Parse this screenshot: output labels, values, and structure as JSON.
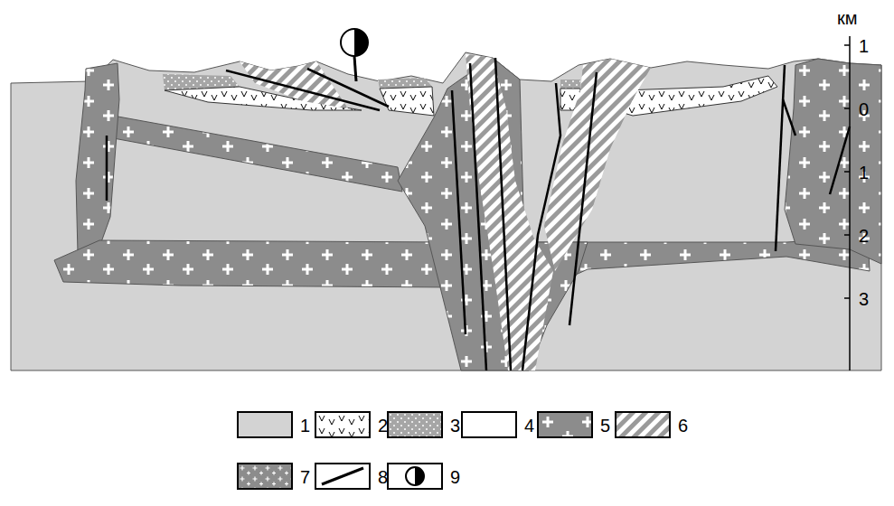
{
  "diagram": {
    "labels": [
      "км",
      "1",
      "0",
      "1",
      "2",
      "3"
    ],
    "legend": [
      {
        "text": "1",
        "color": "#d3d3d3"
      },
      {
        "text": "2"
      },
      {
        "text": "3"
      },
      {
        "text": "4",
        "color": "#ffffff"
      },
      {
        "text": "5"
      },
      {
        "text": "6"
      },
      {
        "text": "7"
      },
      {
        "text": "8"
      },
      {
        "text": "9"
      }
    ]
  }
}
